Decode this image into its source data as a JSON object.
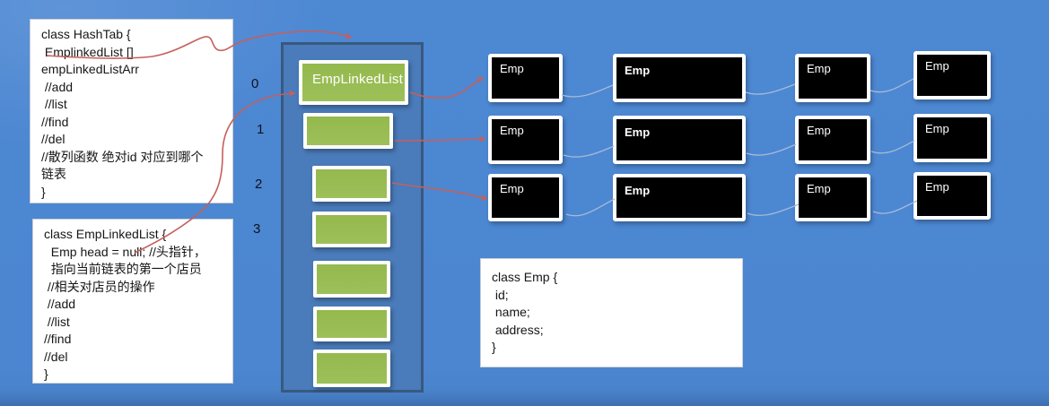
{
  "colors": {
    "background": "#4c86d0",
    "background_bottom": "#3e70b0",
    "array_container_fill": "#4a7bba",
    "array_container_border": "#38597f",
    "slot_green": "#98bc52",
    "node_fill": "#000000",
    "arrow_red": "#c4605c",
    "connector_gray": "#a4bad8"
  },
  "code_boxes": {
    "hashtab": {
      "code": "class HashTab {\n EmplinkedList []\nempLinkedListArr\n //add\n //list\n//find\n//del\n//散列函数 绝对id 对应到哪个\n链表\n}"
    },
    "emp_linked_list": {
      "code": "class EmpLinkedList {\n  Emp head = null; //头指针，\n  指向当前链表的第一个店员\n //相关对店员的操作\n //add\n //list\n//find\n//del\n}"
    },
    "emp": {
      "code": "class Emp {\n id;\n name;\n address;\n}"
    }
  },
  "array": {
    "header_label": "EmpLinkedList",
    "indices": [
      "0",
      "1",
      "2",
      "3"
    ],
    "slot_count": 7
  },
  "nodes": {
    "emp_label": "Emp",
    "rows": 3,
    "cols": 4
  }
}
